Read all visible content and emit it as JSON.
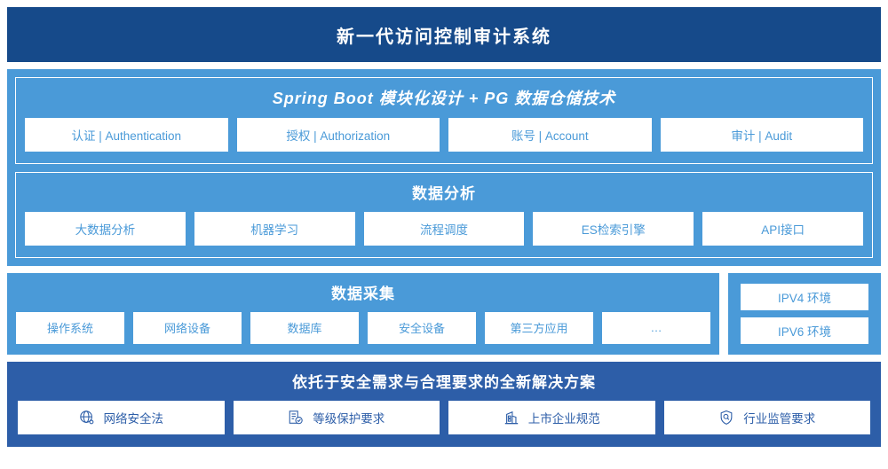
{
  "header": {
    "title": "新一代访问控制审计系统",
    "bg_color": "#164a8a"
  },
  "colors": {
    "panel_blue": "#4a9ad8",
    "deep_blue": "#2d5ea8",
    "navy": "#164a8a",
    "chip_bg": "#ffffff"
  },
  "platform_panel": {
    "spring": {
      "title": "Spring Boot 模块化设计 + PG 数据仓储技术",
      "items": [
        {
          "label": "认证 | Authentication"
        },
        {
          "label": "授权 | Authorization"
        },
        {
          "label": "账号 | Account"
        },
        {
          "label": "审计 | Audit"
        }
      ]
    },
    "analysis": {
      "title": "数据分析",
      "items": [
        {
          "label": "大数据分析"
        },
        {
          "label": "机器学习"
        },
        {
          "label": "流程调度"
        },
        {
          "label": "ES检索引擎"
        },
        {
          "label": "API接口"
        }
      ]
    }
  },
  "collect": {
    "title": "数据采集",
    "items": [
      {
        "label": "操作系统"
      },
      {
        "label": "网络设备"
      },
      {
        "label": "数据库"
      },
      {
        "label": "安全设备"
      },
      {
        "label": "第三方应用"
      },
      {
        "label": "…"
      }
    ]
  },
  "environments": {
    "items": [
      {
        "label": "IPV4 环境"
      },
      {
        "label": "IPV6 环境"
      }
    ]
  },
  "compliance": {
    "title": "依托于安全需求与合理要求的全新解决方案",
    "items": [
      {
        "label": "网络安全法",
        "icon": "globe-icon"
      },
      {
        "label": "等级保护要求",
        "icon": "document-check-icon"
      },
      {
        "label": "上市企业规范",
        "icon": "building-icon"
      },
      {
        "label": "行业监管要求",
        "icon": "shield-search-icon"
      }
    ]
  }
}
